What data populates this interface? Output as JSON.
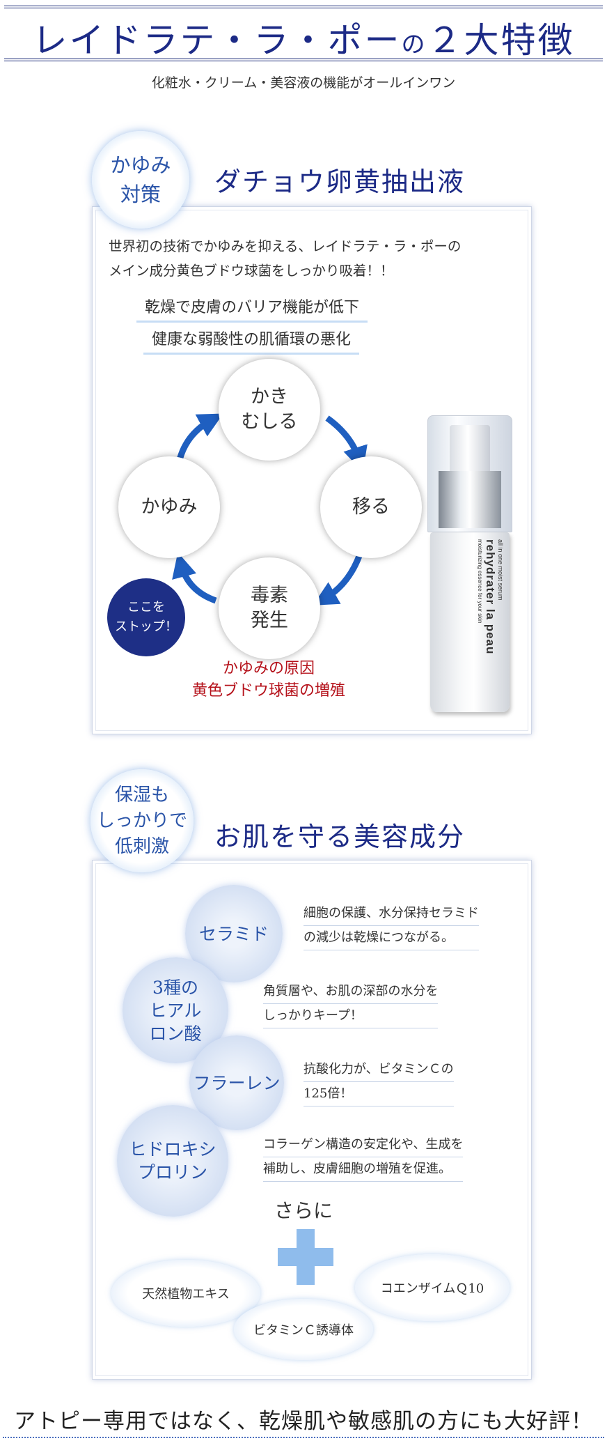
{
  "header": {
    "title_main": "レイドラテ・ラ・ポー",
    "title_no": "の",
    "title_tail": "２大特徴",
    "subtitle": "化粧水・クリーム・美容液の機能がオールインワン"
  },
  "section1": {
    "badge_line1": "かゆみ",
    "badge_line2": "対策",
    "title": "ダチョウ卵黄抽出液",
    "intro_line1": "世界初の技術でかゆみを抑える、レイドラテ・ラ・ポーの",
    "intro_line2": "メイン成分黄色ブドウ球菌をしっかり吸着！！",
    "highlight1": "乾燥で皮膚のバリア機能が低下",
    "highlight2": "健康な弱酸性の肌循環の悪化",
    "cycle": {
      "top_line1": "かき",
      "top_line2": "むしる",
      "right": "移る",
      "bottom_line1": "毒素",
      "bottom_line2": "発生",
      "left": "かゆみ"
    },
    "stop_line1": "ここを",
    "stop_line2": "ストップ！",
    "cause_line1": "かゆみの原因",
    "cause_line2": "黄色ブドウ球菌の増殖",
    "product": {
      "label_small1": "all in one moist serum",
      "label_brand": "rehydrater la peau",
      "label_small2": "moisturizing essence for your skin"
    }
  },
  "section2": {
    "badge_line1": "保湿も",
    "badge_line2": "しっかりで",
    "badge_line3": "低刺激",
    "title": "お肌を守る美容成分",
    "ingredients": [
      {
        "name_line1": "セラミド",
        "name_line2": "",
        "name_line3": "",
        "desc_line1": "細胞の保護、水分保持セラミド",
        "desc_line2": "の減少は乾燥につながる。"
      },
      {
        "name_line1": "3種の",
        "name_line2": "ヒアル",
        "name_line3": "ロン酸",
        "desc_line1": "角質層や、お肌の深部の水分を",
        "desc_line2": "しっかりキープ！"
      },
      {
        "name_line1": "フラーレン",
        "name_line2": "",
        "name_line3": "",
        "desc_line1": "抗酸化力が、ビタミンＣの",
        "desc_line2": "125倍！"
      },
      {
        "name_line1": "ヒドロキシ",
        "name_line2": "プロリン",
        "name_line3": "",
        "desc_line1": "コラーゲン構造の安定化や、生成を",
        "desc_line2": "補助し、皮膚細胞の増殖を促進。"
      }
    ],
    "sarani": "さらに",
    "extras": [
      "天然植物エキス",
      "ビタミンＣ誘導体",
      "コエンザイムＱ10"
    ]
  },
  "footer": {
    "text": "アトピー専用ではなく、乾燥肌や敏感肌の方にも大好評！"
  },
  "colors": {
    "title_navy": "#1c2a86",
    "badge_blue": "#2a54a8",
    "arrow_blue": "#1f5fc0",
    "cause_red": "#b5121b",
    "stop_navy": "#1e2f86",
    "plus_blue": "#8fbcec"
  }
}
